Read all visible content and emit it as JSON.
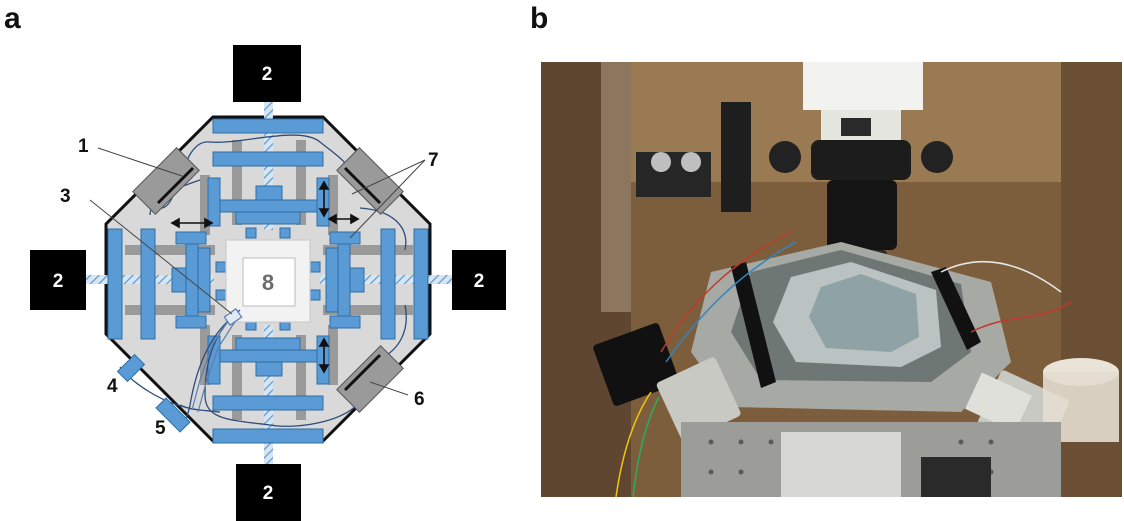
{
  "panels": {
    "a": "a",
    "b": "b"
  },
  "diagram": {
    "motor_label": "2",
    "center_label": "8",
    "callouts": {
      "c1": "1",
      "c3": "3",
      "c4": "4",
      "c5": "5",
      "c6": "6",
      "c7": "7"
    },
    "colors": {
      "rail_blue": "#5b9bd5",
      "body_gray": "#d9d9d9",
      "post_gray": "#9a9a9a",
      "motor_black": "#000000",
      "center_white": "#ffffff"
    }
  },
  "photo": {
    "description_colors": {
      "wood": "#8a6a45",
      "metal": "#b8b8b0",
      "dark": "#1a1a1a"
    }
  }
}
